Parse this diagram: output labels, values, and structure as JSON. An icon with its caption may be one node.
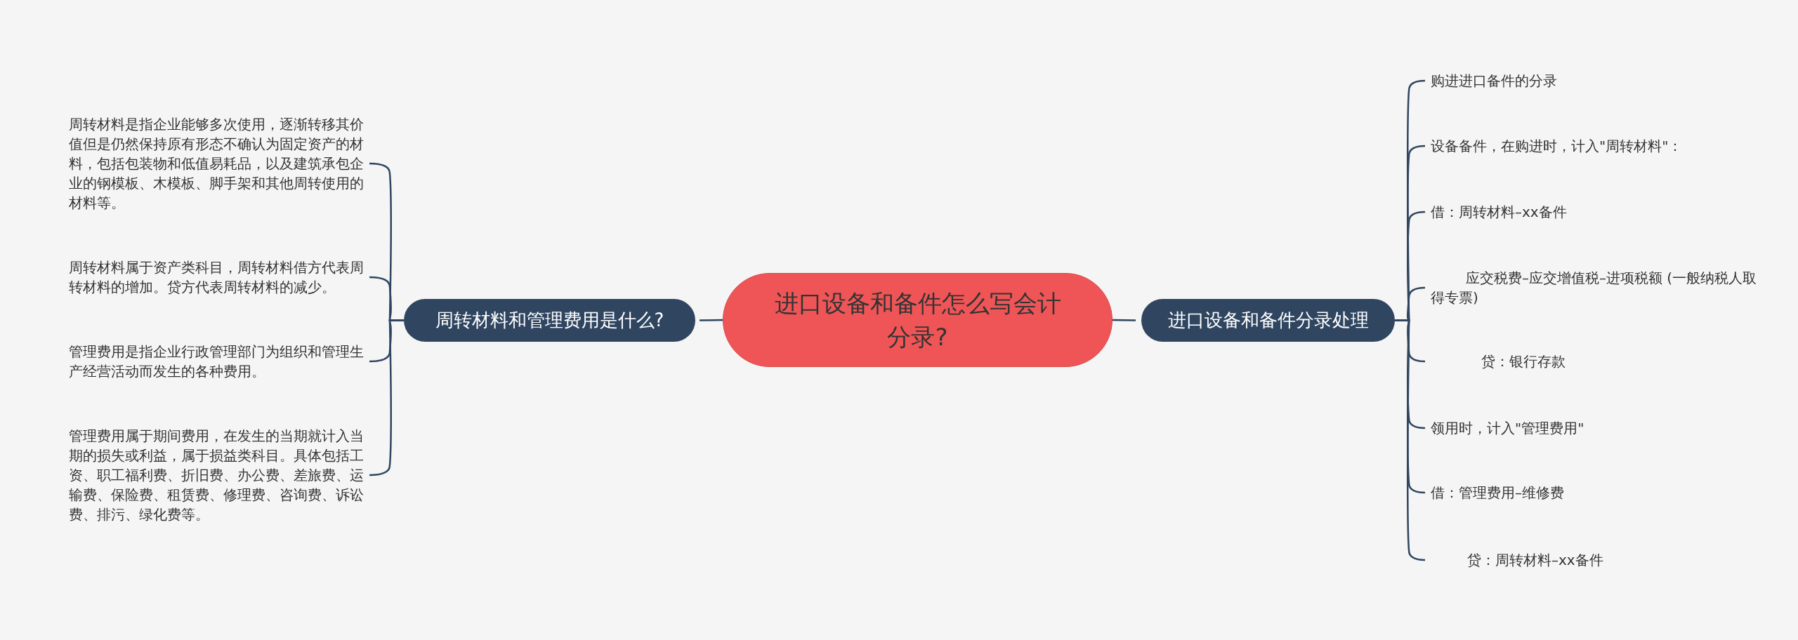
{
  "diagram": {
    "nodes": [
      {
        "text": [
          "进口设备和备件怎么写会计分录?"
        ]
      },
      {
        "text": [
          "周转材料和管理费用是什么?"
        ]
      },
      {
        "text": [
          "周转材料是指企业能够多次使用，逐渐转移其价值但是仍然保持原有形态不确认为固定资产的材料，包括包装物和低值易耗品，以及建筑承包企业的钢模板、木模板、脚手架和其他周转使用的材料等。"
        ]
      },
      {
        "text": [
          "周转材料属于资产类科目，周转材料借方代表周转材料的增加。贷方代表周转材料的减少。"
        ]
      },
      {
        "text": [
          "管理费用是指企业行政管理部门为组织和管理生产经营活动而发生的各种费用。"
        ]
      },
      {
        "text": [
          "管理费用属于期间费用，在发生的当期就计入当期的损失或利益，属于损益类科目。具体包括工资、职工福利费、折旧费、办公费、差旅费、运输费、保险费、租赁费、修理费、咨询费、诉讼费、排污、绿化费等。"
        ]
      },
      {
        "text": [
          "进口设备和备件分录处理"
        ]
      },
      {
        "text": [
          "购进进口备件的分录"
        ]
      },
      {
        "text": [
          "设备备件，在购进时，计入\"周转材料\"："
        ]
      },
      {
        "text": [
          "借：周转材料–xx备件"
        ]
      },
      {
        "text": [
          "应交税费–应交增值税–进项税额 (一般纳税人取得专票)"
        ]
      },
      {
        "text": [
          "贷：银行存款"
        ]
      },
      {
        "text": [
          "领用时，计入\"管理费用\""
        ]
      },
      {
        "text": [
          "借：管理费用–维修费"
        ]
      },
      {
        "text": [
          "贷：周转材料–xx备件"
        ]
      }
    ],
    "edges": [
      {
        "from": 0,
        "to": 1,
        "arrow": "none"
      },
      {
        "from": 1,
        "to": 2,
        "arrow": "none"
      },
      {
        "from": 1,
        "to": 3,
        "arrow": "none"
      },
      {
        "from": 1,
        "to": 4,
        "arrow": "none"
      },
      {
        "from": 1,
        "to": 5,
        "arrow": "none"
      },
      {
        "from": 0,
        "to": 6,
        "arrow": "none"
      },
      {
        "from": 6,
        "to": 7,
        "arrow": "none"
      },
      {
        "from": 6,
        "to": 8,
        "arrow": "none"
      },
      {
        "from": 6,
        "to": 9,
        "arrow": "none"
      },
      {
        "from": 6,
        "to": 10,
        "arrow": "none"
      },
      {
        "from": 6,
        "to": 11,
        "arrow": "none"
      },
      {
        "from": 6,
        "to": 12,
        "arrow": "none"
      },
      {
        "from": 6,
        "to": 13,
        "arrow": "none"
      },
      {
        "from": 6,
        "to": 14,
        "arrow": "none"
      }
    ]
  }
}
